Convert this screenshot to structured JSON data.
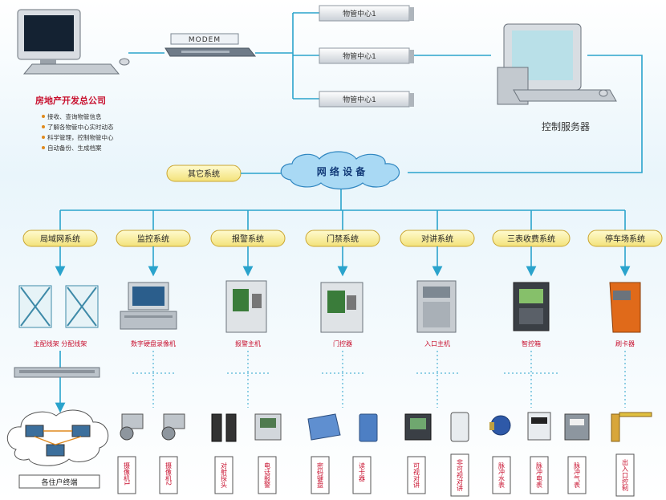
{
  "hq": {
    "title": "房地产开发总公司",
    "bullets": [
      "接收、查询物管信息",
      "了解各物管中心实时动态",
      "科学管理，控制物管中心",
      "自动备份、生成档案"
    ]
  },
  "modem_label": "MODEM",
  "centers": [
    "物管中心1",
    "物管中心1",
    "物管中心1"
  ],
  "server_label": "控制服务器",
  "network_label": "网 络 设 备",
  "other_label": "其它系统",
  "systems": [
    {
      "name": "局域网系统",
      "device": "主配线架    分配线架",
      "terminals": [
        {
          "label": "各住户终端"
        }
      ]
    },
    {
      "name": "监控系统",
      "device": "数字硬盘录像机",
      "terminals": [
        {
          "label": "摄像机1"
        },
        {
          "label": "摄像机2"
        }
      ]
    },
    {
      "name": "报警系统",
      "device": "报警主机",
      "terminals": [
        {
          "label": "对射探头"
        },
        {
          "label": "电话报警"
        }
      ]
    },
    {
      "name": "门禁系统",
      "device": "门控器",
      "terminals": [
        {
          "label": "密码键盘"
        },
        {
          "label": "读卡器"
        }
      ]
    },
    {
      "name": "对讲系统",
      "device": "入口主机",
      "terminals": [
        {
          "label": "可视对讲"
        },
        {
          "label": "非可视对讲"
        }
      ]
    },
    {
      "name": "三表收费系统",
      "device": "智控箱",
      "terminals": [
        {
          "label": "脉冲水表"
        },
        {
          "label": "脉冲电表"
        },
        {
          "label": "脉冲气表"
        }
      ]
    },
    {
      "name": "停车场系统",
      "device": "刷卡器",
      "terminals": [
        {
          "label": "出入口控制"
        }
      ]
    }
  ],
  "colors": {
    "accent": "#2aa3cc",
    "pill": "#f7ef9a",
    "pill_border": "#caa52f",
    "cloud": "#9fd3f2",
    "label_red": "#c8102e"
  }
}
